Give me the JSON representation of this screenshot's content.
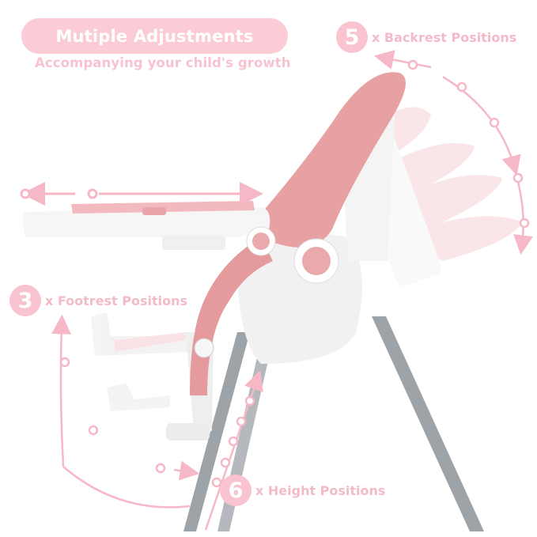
{
  "header": {
    "title": "Mutiple Adjustments",
    "subtitle": "Accompanying your child's growth"
  },
  "features": [
    {
      "id": "backrest",
      "number": "5",
      "label": "x Backrest Positions"
    },
    {
      "id": "footrest",
      "number": "3",
      "label": "x Footrest Positions"
    },
    {
      "id": "height",
      "number": "6",
      "label": "x Height Positions"
    }
  ],
  "indicators": {
    "tray": "tray-slide-arrows",
    "backrest": "backrest-recline-arc",
    "footrest": "footrest-arc",
    "height": "height-adjust-arrow"
  },
  "colors": {
    "accent_pink": "#f9c3cf",
    "seat_pink": "#e8a1a3",
    "frame_white": "#f4f4f4",
    "leg_gray": "#9ea3a8",
    "background": "#ffffff"
  }
}
